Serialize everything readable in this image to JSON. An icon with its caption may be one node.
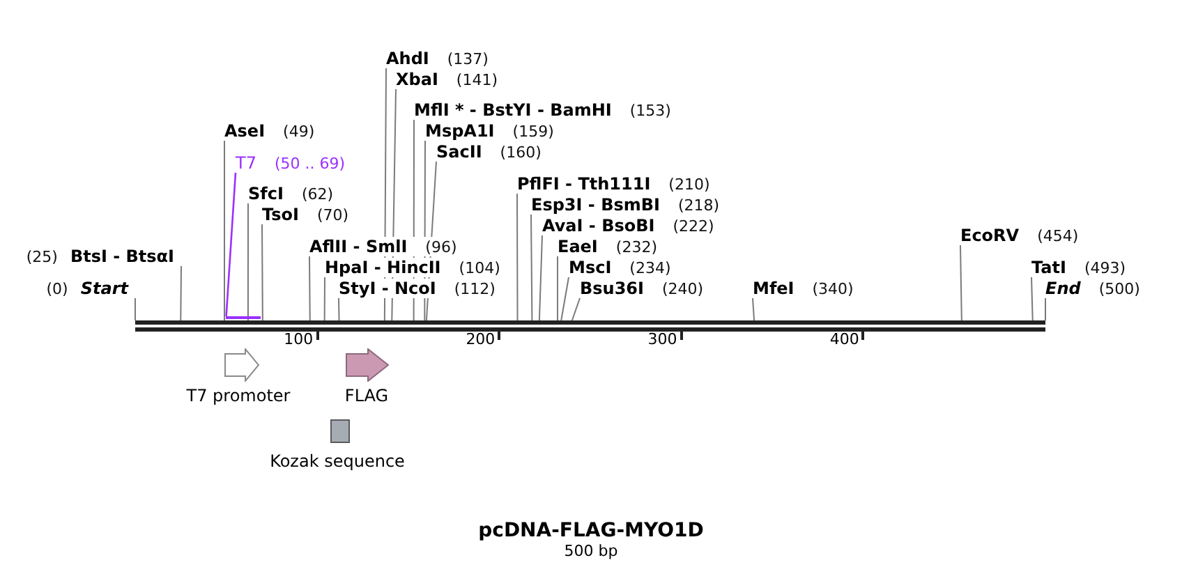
{
  "diagram": {
    "title": "pcDNA-FLAG-MYO1D",
    "caption": "500 bp",
    "nodes": [
      {
        "text": [
          "AhdI",
          "(137)"
        ]
      },
      {
        "text": [
          "XbaI",
          "(141)"
        ]
      },
      {
        "text": [
          "MflI * - BstYI - BamHI",
          "(153)"
        ]
      },
      {
        "text": [
          "AseI",
          "(49)"
        ]
      },
      {
        "text": [
          "MspA1I",
          "(159)"
        ]
      },
      {
        "text": [
          "SacII",
          "(160)"
        ]
      },
      {
        "text": [
          "T7",
          "(50 .. 69)"
        ]
      },
      {
        "text": [
          "PflFI - Tth111I",
          "(210)"
        ]
      },
      {
        "text": [
          "SfcI",
          "(62)"
        ]
      },
      {
        "text": [
          "Esp3I - BsmBI",
          "(218)"
        ]
      },
      {
        "text": [
          "TsoI",
          "(70)"
        ]
      },
      {
        "text": [
          "AvaI - BsoBI",
          "(222)"
        ]
      },
      {
        "text": [
          "EcoRV",
          "(454)"
        ]
      },
      {
        "text": [
          "AflII - SmlI",
          "(96)"
        ]
      },
      {
        "text": [
          "EaeI",
          "(232)"
        ]
      },
      {
        "text": [
          "(25)",
          "BtsI - BtsαI"
        ]
      },
      {
        "text": [
          "HpaI - HincII",
          "(104)"
        ]
      },
      {
        "text": [
          "MscI",
          "(234)"
        ]
      },
      {
        "text": [
          "TatI",
          "(493)"
        ]
      },
      {
        "text": [
          "(0)",
          "Start"
        ]
      },
      {
        "text": [
          "StyI - NcoI",
          "(112)"
        ]
      },
      {
        "text": [
          "Bsu36I",
          "(240)"
        ]
      },
      {
        "text": [
          "MfeI",
          "(340)"
        ]
      },
      {
        "text": [
          "End",
          "(500)"
        ]
      },
      {
        "text": [],
        "shape": "bar"
      },
      {
        "text": [],
        "shape": "bar"
      },
      {
        "text": [],
        "shape": "arrow",
        "beside": [
          "T7 promoter"
        ]
      },
      {
        "text": [],
        "shape": "arrow",
        "beside": [
          "FLAG"
        ]
      },
      {
        "text": [],
        "shape": "box",
        "beside": [
          "Kozak sequence"
        ]
      }
    ],
    "edges": [
      {
        "from": 0,
        "to": 24,
        "arrow": "none"
      },
      {
        "from": 1,
        "to": 24,
        "arrow": "none"
      },
      {
        "from": 2,
        "to": 24,
        "arrow": "none"
      },
      {
        "from": 3,
        "to": 24,
        "arrow": "none"
      },
      {
        "from": 4,
        "to": 24,
        "arrow": "none"
      },
      {
        "from": 5,
        "to": 24,
        "arrow": "none"
      },
      {
        "from": 6,
        "to": 25,
        "arrow": "none",
        "color": "#9b30ff"
      },
      {
        "from": 7,
        "to": 24,
        "arrow": "none"
      },
      {
        "from": 8,
        "to": 24,
        "arrow": "none"
      },
      {
        "from": 9,
        "to": 24,
        "arrow": "none"
      },
      {
        "from": 10,
        "to": 24,
        "arrow": "none"
      },
      {
        "from": 11,
        "to": 24,
        "arrow": "none"
      },
      {
        "from": 12,
        "to": 24,
        "arrow": "none"
      },
      {
        "from": 13,
        "to": 24,
        "arrow": "none"
      },
      {
        "from": 14,
        "to": 24,
        "arrow": "none"
      },
      {
        "from": 15,
        "to": 24,
        "arrow": "none"
      },
      {
        "from": 16,
        "to": 24,
        "arrow": "none"
      },
      {
        "from": 17,
        "to": 24,
        "arrow": "none"
      },
      {
        "from": 18,
        "to": 24,
        "arrow": "none"
      },
      {
        "from": 19,
        "to": 24,
        "arrow": "none"
      },
      {
        "from": 20,
        "to": 24,
        "arrow": "none"
      },
      {
        "from": 21,
        "to": 24,
        "arrow": "none"
      },
      {
        "from": 22,
        "to": 24,
        "arrow": "none"
      },
      {
        "from": 23,
        "to": 24,
        "arrow": "none"
      }
    ],
    "labels": [
      "100",
      "200",
      "300",
      "400"
    ]
  }
}
